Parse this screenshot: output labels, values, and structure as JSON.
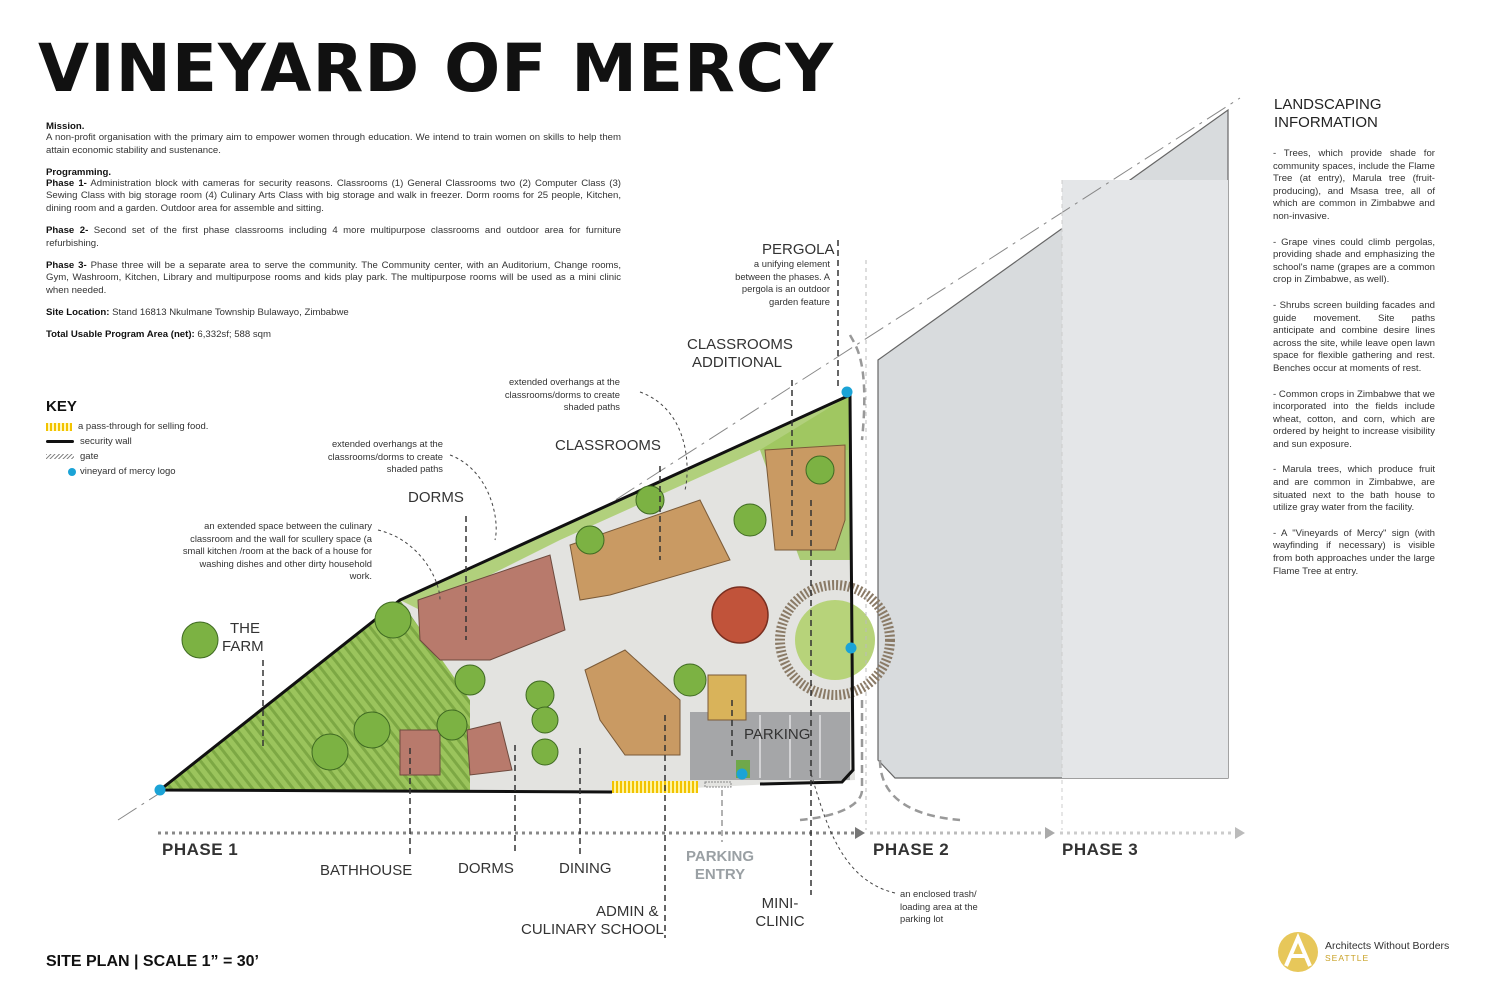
{
  "title": "VINEYARD OF MERCY",
  "intro": {
    "mission_heading": "Mission.",
    "mission_text": "A non-profit organisation with the primary aim to empower women through education. We intend to train women on skills to help them attain economic stability and sustenance.",
    "programming_heading": "Programming.",
    "phase1_label": "Phase 1-",
    "phase1_text": "Administration block with cameras for security reasons. Classrooms (1) General Classrooms two (2) Computer Class (3) Sewing Class with big storage room (4) Culinary Arts Class with big storage and walk in freezer. Dorm rooms for 25 people, Kitchen, dining room and a garden. Outdoor area for assemble and sitting.",
    "phase2_label": "Phase 2-",
    "phase2_text": "Second set of the first phase classrooms including 4 more multipurpose classrooms and outdoor area for furniture refurbishing.",
    "phase3_label": "Phase 3-",
    "phase3_text": "Phase three will be a separate area to serve the community. The Community center, with an Auditorium, Change rooms, Gym, Washroom, Kitchen, Library and multipurpose rooms and kids play park. The multipurpose rooms will be used as a mini clinic when needed.",
    "site_location_label": "Site Location:",
    "site_location_text": "Stand 16813 Nkulmane Township Bulawayo, Zimbabwe",
    "area_label": "Total Usable Program Area (net):",
    "area_text": "6,332sf; 588 sqm"
  },
  "key": {
    "title": "KEY",
    "items": [
      {
        "label": "a pass-through for selling food.",
        "symbol": "yellow-hatch-icon"
      },
      {
        "label": "security wall",
        "symbol": "wall-line-icon"
      },
      {
        "label": "gate",
        "symbol": "gate-zigzag-icon"
      },
      {
        "label": "vineyard of mercy logo",
        "symbol": "blue-dot-icon"
      }
    ]
  },
  "landscaping": {
    "title_line1": "LANDSCAPING",
    "title_line2": "INFORMATION",
    "paragraphs": [
      "- Trees, which provide shade for community spaces, include the Flame Tree (at entry), Marula tree (fruit-producing), and Msasa tree, all of which are common in Zimbabwe and non-invasive.",
      "- Grape vines could climb pergolas, providing shade and emphasizing the school's name (grapes are a common crop in Zimbabwe, as well).",
      "- Shrubs screen building facades and guide movement. Site paths anticipate and combine desire lines across the site, while leave open lawn space for flexible gathering and rest. Benches occur at moments of rest.",
      "- Common crops in Zimbabwe that we incorporated into the fields include wheat, cotton, and corn, which are ordered by height to increase visibility and sun exposure.",
      "- Marula trees, which produce fruit and are common in Zimbabwe, are situated next to the bath house to utilize gray water from the facility.",
      "- A \"Vineyards of Mercy\" sign (with wayfinding if necessary) is visible from both approaches under the large Flame Tree at entry."
    ]
  },
  "labels": {
    "pergola": "PERGOLA",
    "classrooms_additional_1": "CLASSROOMS",
    "classrooms_additional_2": "ADDITIONAL",
    "classrooms": "CLASSROOMS",
    "dorms_top": "DORMS",
    "the_farm_1": "THE",
    "the_farm_2": "FARM",
    "parking": "PARKING",
    "bathhouse": "BATHHOUSE",
    "dorms_bottom": "DORMS",
    "dining": "DINING",
    "parking_entry_1": "PARKING",
    "parking_entry_2": "ENTRY",
    "mini_clinic_1": "MINI-",
    "mini_clinic_2": "CLINIC",
    "admin_1": "ADMIN &",
    "admin_2": "CULINARY SCHOOL"
  },
  "notes": {
    "pergola": "a unifying element between the phases. A pergola is an outdoor garden feature",
    "overhang_right": "extended overhangs at the classrooms/dorms to create shaded paths",
    "overhang_left": "extended overhangs at the classrooms/dorms to create shaded paths",
    "scullery": "an extended space between the culinary classroom and the wall for scullery space (a small kitchen /room at the back of a house for washing dishes and other dirty household work.",
    "trash": "an enclosed trash/ loading area at the parking lot"
  },
  "phases": [
    "PHASE 1",
    "PHASE 2",
    "PHASE 3"
  ],
  "footer": {
    "site_plan": "SITE PLAN | SCALE 1” = 30’",
    "logo_text": "Architects Without Borders",
    "logo_sub": "SEATTLE"
  },
  "colors": {
    "accent_blue": "#1ba3d6",
    "grass": "#8fba56",
    "building_red": "#b87a6c",
    "building_tan": "#c99a63",
    "pass_through_yellow": "#f2c300",
    "phase3_site": "#d8dbdd",
    "logo_gold": "#c9a227"
  }
}
